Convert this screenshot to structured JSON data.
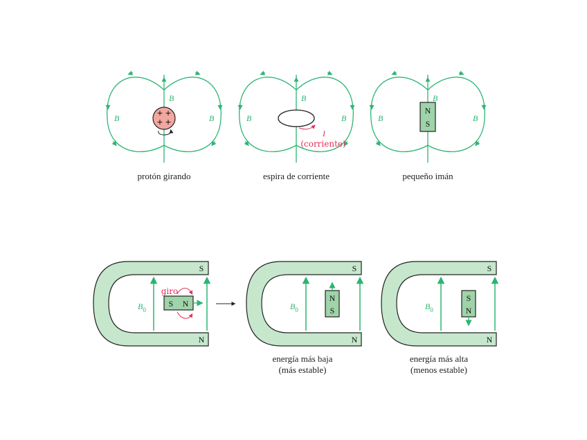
{
  "colors": {
    "field_line": "#2bb573",
    "magnet_fill": "#9fd3a9",
    "yoke_fill": "#c6e7cc",
    "proton_fill": "#f2a7a0",
    "accent_red": "#e0325a",
    "outline": "#222222"
  },
  "top_row": {
    "proton": {
      "caption": "protón girando",
      "field_label": "B",
      "charges": [
        "+",
        "+",
        "+",
        "+"
      ]
    },
    "loop": {
      "caption": "espira de corriente",
      "field_label": "B",
      "current_symbol": "I",
      "current_label": "(corriente)"
    },
    "magnet": {
      "caption": "pequeño imán",
      "field_label": "B",
      "pole_top": "N",
      "pole_bottom": "S"
    }
  },
  "bottom_row": {
    "field_label": "B",
    "field_subscript": "0",
    "yoke_top_pole": "S",
    "yoke_bottom_pole": "N",
    "panel1": {
      "spin_label": "giro",
      "magnet_left": "S",
      "magnet_right": "N"
    },
    "panel2": {
      "caption_line1": "energía más baja",
      "caption_line2": "(más estable)",
      "magnet_top": "N",
      "magnet_bottom": "S"
    },
    "panel3": {
      "caption_line1": "energía más alta",
      "caption_line2": "(menos estable)",
      "magnet_top": "S",
      "magnet_bottom": "N"
    }
  }
}
